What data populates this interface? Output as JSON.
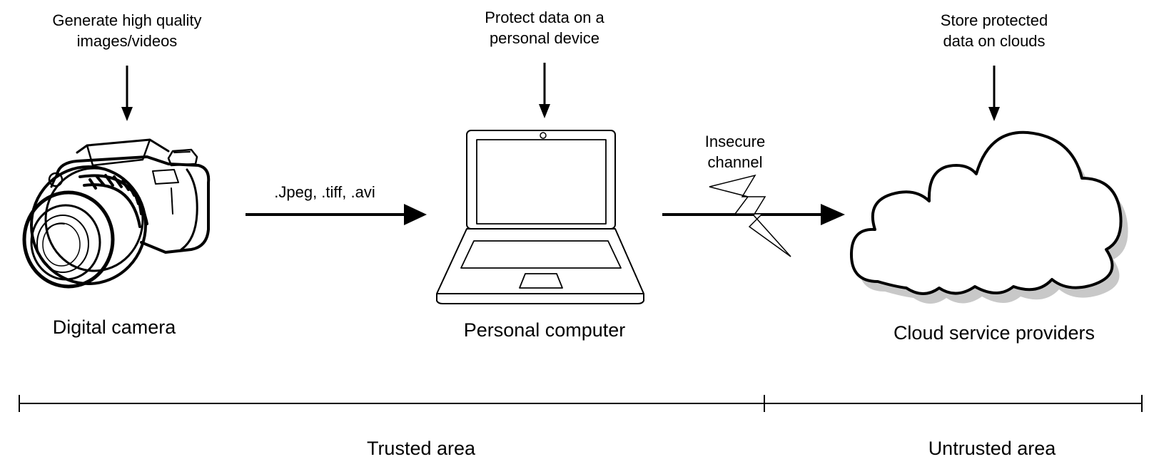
{
  "labels": {
    "camera_desc_line1": "Generate high quality",
    "camera_desc_line2": "images/videos",
    "camera_name": "Digital camera",
    "computer_desc_line1": "Protect data on a",
    "computer_desc_line2": "personal device",
    "computer_name": "Personal computer",
    "cloud_desc_line1": "Store protected",
    "cloud_desc_line2": "data on clouds",
    "cloud_name": "Cloud service providers",
    "formats": ".Jpeg, .tiff, .avi",
    "channel_line1": "Insecure",
    "channel_line2": "channel",
    "trusted_area": "Trusted area",
    "untrusted_area": "Untrusted area"
  },
  "icons": {
    "camera": "camera-icon",
    "computer": "laptop-icon",
    "cloud": "cloud-icon",
    "channel": "lightning-bolt-icon"
  },
  "colors": {
    "stroke": "#000000",
    "cloud_shadow": "#c8c8c8",
    "background": "#ffffff"
  }
}
